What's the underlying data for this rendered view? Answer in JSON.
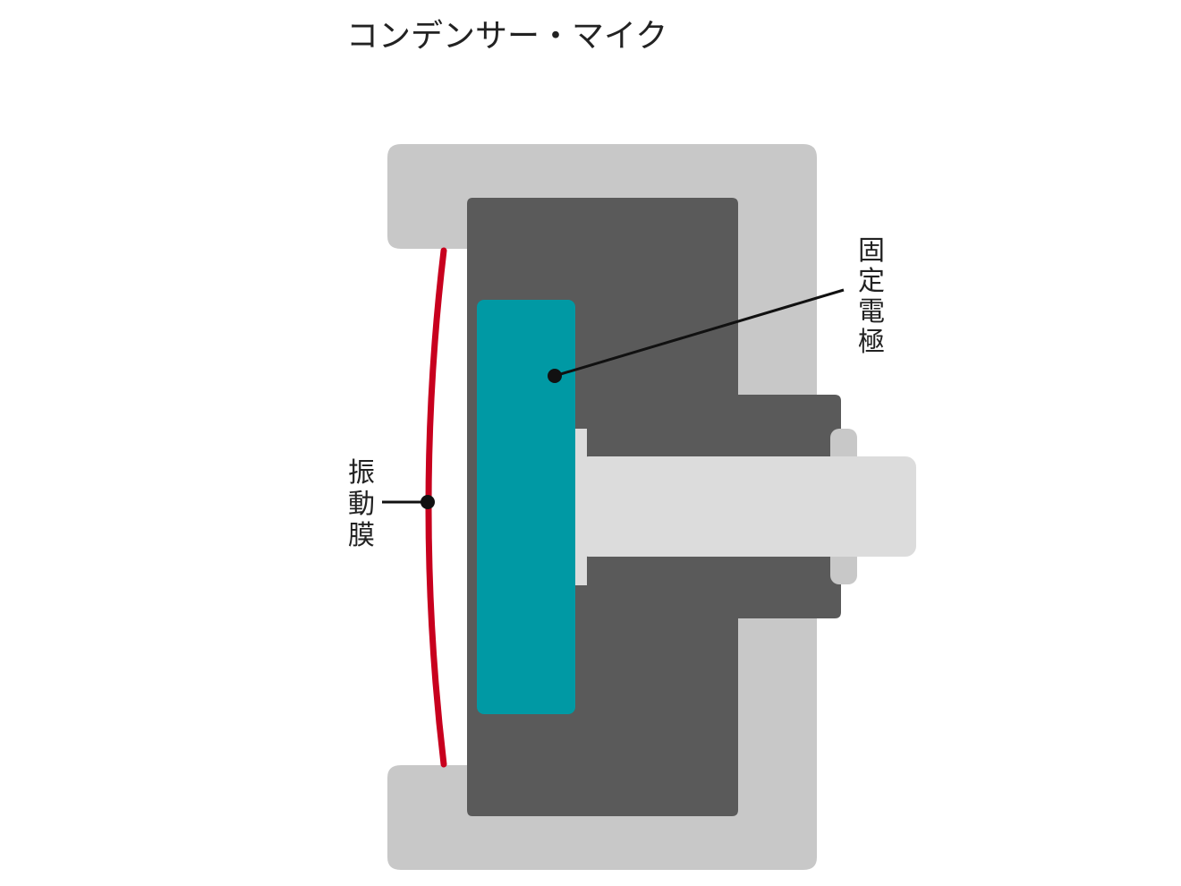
{
  "title": "コンデンサー・マイク",
  "labels": {
    "fixed_electrode": "固定電極",
    "diaphragm": "振動膜"
  },
  "colors": {
    "housing": "#c8c8c8",
    "inner_body": "#5a5a5a",
    "electrode": "#0099a4",
    "diaphragm": "#c8001e",
    "terminal": "#dcdcdc",
    "leader": "#111111"
  }
}
